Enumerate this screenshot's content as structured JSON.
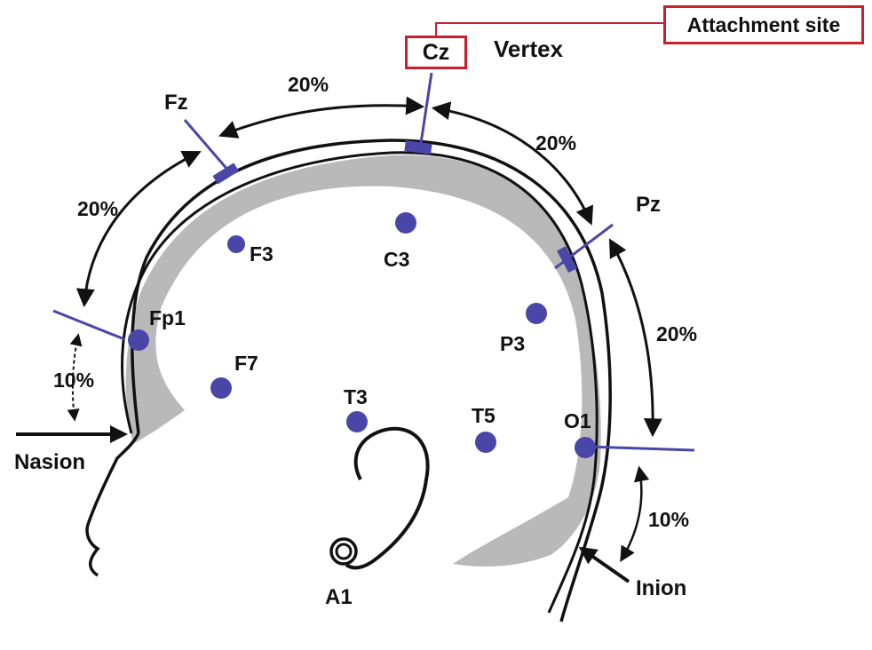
{
  "labels": {
    "attachment_site": "Attachment site",
    "cz": "Cz",
    "vertex": "Vertex",
    "fz": "Fz",
    "pz": "Pz",
    "fp1": "Fp1",
    "f3": "F3",
    "c3": "C3",
    "p3": "P3",
    "f7": "F7",
    "t3": "T3",
    "t5": "T5",
    "o1": "O1",
    "a1": "A1",
    "nasion": "Nasion",
    "inion": "Inion"
  },
  "percentages": {
    "fz_cz": "20%",
    "cz_pz": "20%",
    "fp1_fz": "20%",
    "pz_o1": "20%",
    "nasion_fp1": "10%",
    "o1_inion": "10%"
  },
  "colors": {
    "electrode": "#4a46a8",
    "accent_box": "#c8202e",
    "skull": "#b9b9b9",
    "outline": "#111111"
  }
}
